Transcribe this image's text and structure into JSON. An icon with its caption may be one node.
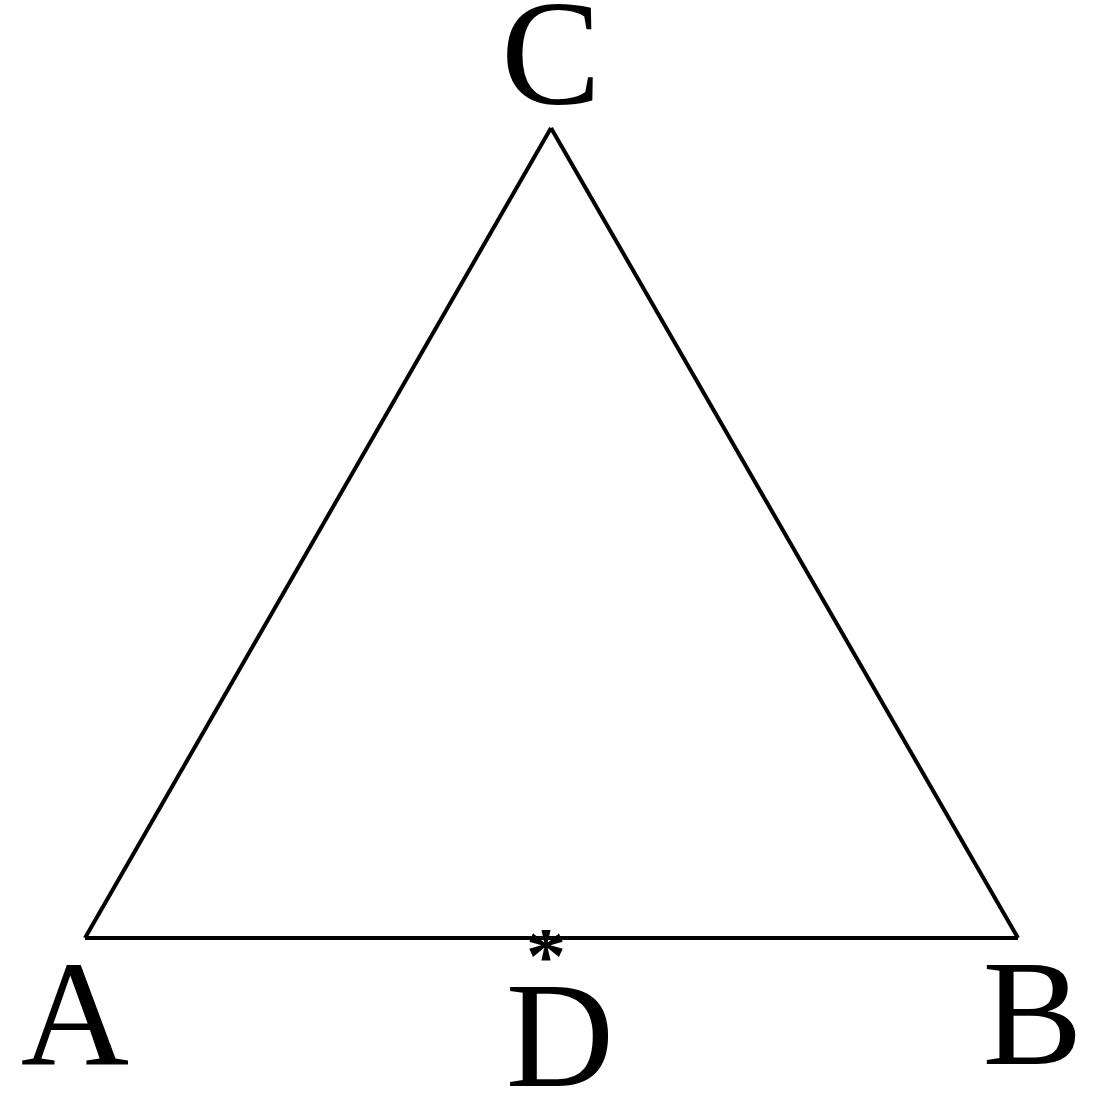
{
  "diagram": {
    "nodes": [
      {
        "text": [
          "C"
        ]
      },
      {
        "text": [
          "A"
        ]
      },
      {
        "text": [
          "D"
        ]
      },
      {
        "text": [
          "B"
        ]
      }
    ],
    "edges": [
      {
        "from": 1,
        "to": 0,
        "arrow": "none"
      },
      {
        "from": 0,
        "to": 3,
        "arrow": "none"
      },
      {
        "from": 1,
        "to": 2,
        "arrow": "none"
      },
      {
        "from": 2,
        "to": 3,
        "arrow": "none"
      }
    ],
    "labels": [
      "*"
    ]
  }
}
